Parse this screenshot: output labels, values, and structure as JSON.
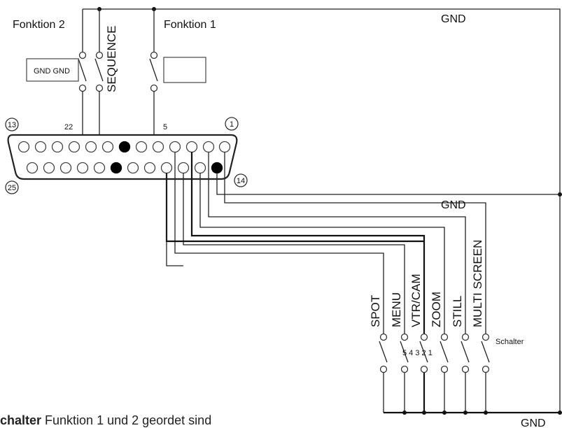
{
  "labels": {
    "gnd_top": "GND",
    "gnd_mid": "GND",
    "gnd_bottom": "GND",
    "fonktion_2": "Fonktion 2",
    "fonktion_1": "Fonktion 1",
    "sequence": "SEQUENCE",
    "gnd_box": "GND GND",
    "pin_13": "13",
    "pin_1": "1",
    "pin_25": "25",
    "pin_14": "14",
    "pin_22": "22",
    "pin_5": "5",
    "spot": "SPOT",
    "menu": "MENU",
    "vtr_cam": "VTR/CAM",
    "zoom": "ZOOM",
    "still": "STILL",
    "multi_screen": "MULTI SCREEN",
    "schalter": "Schalter",
    "switch_numbers": "5 4 3 2 1"
  },
  "caption": {
    "bold": "chalter",
    "rest": " Funktion 1 und 2 geordet sind"
  }
}
